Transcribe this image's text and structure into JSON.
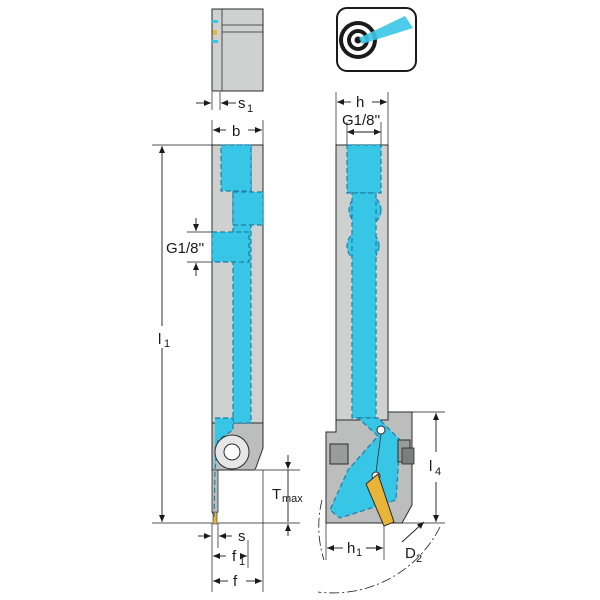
{
  "labels": {
    "s1": "s",
    "s1_sub": "1",
    "b": "b",
    "g18_left": "G1/8''",
    "l1": "l",
    "l1_sub": "1",
    "tmax": "T",
    "tmax_sub": "max",
    "s": "s",
    "f1": "f",
    "f1_sub": "1",
    "f": "f",
    "h": "h",
    "g18_right": "G1/8''",
    "l4": "l",
    "l4_sub": "4",
    "h1": "h",
    "h1_sub": "1",
    "d2": "D",
    "d2_sub": "2"
  },
  "icon": "coolant-target-icon",
  "colors": {
    "coolant": "#38c6e6",
    "coolant_edge": "#1f7fa6",
    "body": "#cfd0d0",
    "insert": "#e8b43a",
    "line": "#1a1a1a"
  }
}
